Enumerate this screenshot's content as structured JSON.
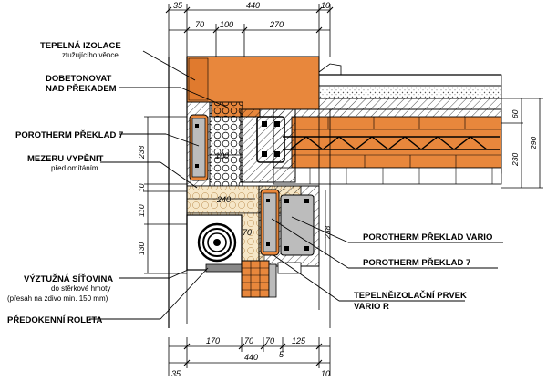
{
  "labels": {
    "tepelna_izolace": "TEPELNÁ IZOLACE",
    "tepelna_izolace_sub": "ztužujícího věnce",
    "dobetonovat_1": "DOBETONOVAT",
    "dobetonovat_2": "NAD PŘEKADEM",
    "porotherm_prekad_7_left": "POROTHERM PŘEKLAD 7",
    "mezeru_vypenit": "MEZERU VYPĚNIT",
    "mezeru_vypenit_sub": "před omítáním",
    "vyztuzna_sitovina": "VÝZTUŽNÁ SÍŤOVINA",
    "vyztuzna_sub_1": "do stěrkové hmoty",
    "vyztuzna_sub_2": "(přesah na zdivo min. 150 mm)",
    "predokenni_roleta": "PŘEDOKENNÍ ROLETA",
    "porotherm_prekad_vario": "POROTHERM PŘEKLAD VARIO",
    "porotherm_prekad_7_right": "POROTHERM PŘEKLAD 7",
    "tepelneizolacni_1": "TEPELNĚIZOLAČNÍ PRVEK",
    "tepelneizolacni_2": "VARIO R"
  },
  "dimensions": {
    "top": [
      "35",
      "440",
      "10",
      "70",
      "100",
      "270"
    ],
    "bottom": [
      "170",
      "70",
      "70",
      "125",
      "5",
      "440",
      "35",
      "10"
    ],
    "right": [
      "60",
      "230",
      "290"
    ],
    "left": [
      "238",
      "10",
      "110",
      "130"
    ],
    "inner": [
      "100",
      "240",
      "70",
      "238"
    ]
  },
  "colors": {
    "brick": "#e8873c",
    "brick_dark": "#d2691e",
    "insulation": "#f6e7c8",
    "concrete": "#ffffff",
    "line": "#000000"
  }
}
